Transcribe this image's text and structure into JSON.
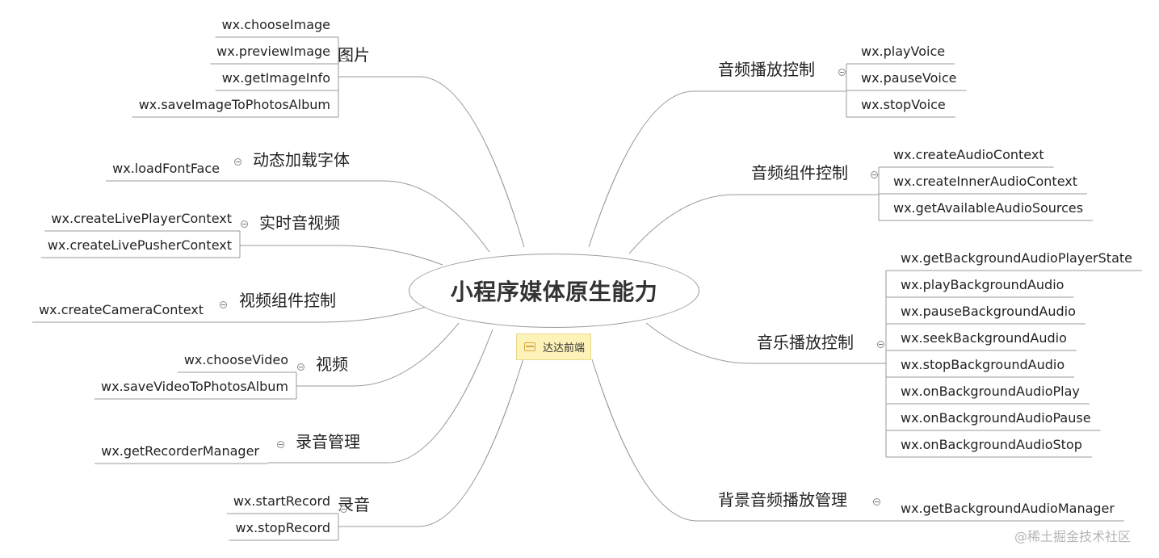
{
  "center": {
    "title": "小程序媒体原生能力",
    "tag": "达达前端",
    "tag_icon": "note-icon"
  },
  "branches": [
    {
      "id": "image",
      "label": "图片",
      "side": "left",
      "items": [
        "wx.chooseImage",
        "wx.previewImage",
        "wx.getImageInfo",
        "wx.saveImageToPhotosAlbum"
      ]
    },
    {
      "id": "font",
      "label": "动态加载字体",
      "side": "left",
      "items": [
        "wx.loadFontFace"
      ]
    },
    {
      "id": "live",
      "label": "实时音视频",
      "side": "left",
      "items": [
        "wx.createLivePlayerContext",
        "wx.createLivePusherContext"
      ]
    },
    {
      "id": "camera",
      "label": "视频组件控制",
      "side": "left",
      "items": [
        "wx.createCameraContext"
      ]
    },
    {
      "id": "video",
      "label": "视频",
      "side": "left",
      "items": [
        "wx.chooseVideo",
        "wx.saveVideoToPhotosAlbum"
      ]
    },
    {
      "id": "recorder",
      "label": "录音管理",
      "side": "left",
      "items": [
        "wx.getRecorderManager"
      ]
    },
    {
      "id": "record",
      "label": "录音",
      "side": "left",
      "items": [
        "wx.startRecord",
        "wx.stopRecord"
      ]
    },
    {
      "id": "voice",
      "label": "音频播放控制",
      "side": "right",
      "items": [
        "wx.playVoice",
        "wx.pauseVoice",
        "wx.stopVoice"
      ]
    },
    {
      "id": "audio",
      "label": "音频组件控制",
      "side": "right",
      "items": [
        "wx.createAudioContext",
        "wx.createInnerAudioContext",
        "wx.getAvailableAudioSources"
      ]
    },
    {
      "id": "music",
      "label": "音乐播放控制",
      "side": "right",
      "items": [
        "wx.getBackgroundAudioPlayerState",
        "wx.playBackgroundAudio",
        "wx.pauseBackgroundAudio",
        "wx.seekBackgroundAudio",
        "wx.stopBackgroundAudio",
        "wx.onBackgroundAudioPlay",
        "wx.onBackgroundAudioPause",
        "wx.onBackgroundAudioStop"
      ]
    },
    {
      "id": "bgaudio",
      "label": "背景音频播放管理",
      "side": "right",
      "items": [
        "wx.getBackgroundAudioManager"
      ]
    }
  ],
  "watermark": "@稀土掘金技术社区",
  "colors": {
    "line": "#999999",
    "tag_bg": "#fdf3b8",
    "tag_icon": "#d9a441"
  }
}
